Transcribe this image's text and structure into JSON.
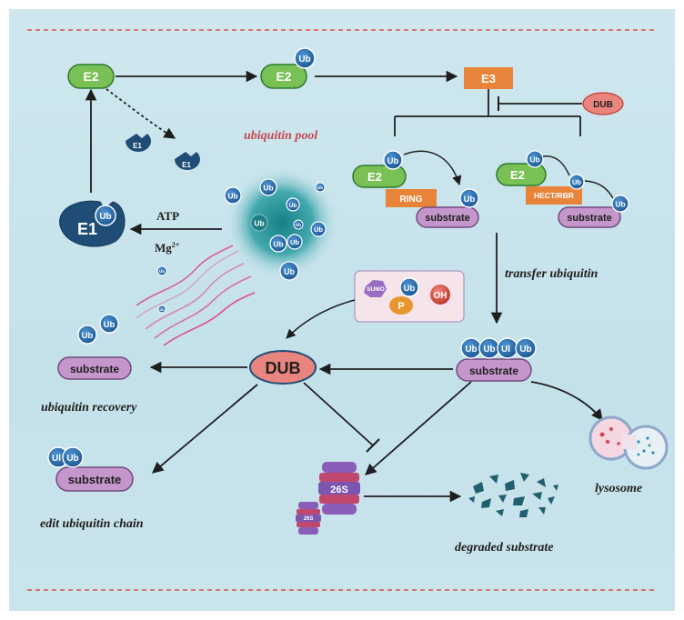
{
  "labels": {
    "E2": "E2",
    "E3": "E3",
    "E1": "E1",
    "Ub": "Ub",
    "Ul": "Ul",
    "DUB": "DUB",
    "RING": "RING",
    "HECT_RBR": "HECT/RBR",
    "substrate": "substrate",
    "ATP": "ATP",
    "Mg": "Mg",
    "Mg_sup": "2+",
    "SUMO": "SUMO",
    "P": "P",
    "OH": "OH",
    "proteasome": "26S",
    "ubiquitin_pool": "ubiquitin pool",
    "transfer_ubiquitin": "transfer ubiquitin",
    "ubiquitin_recovery": "ubiquitin recovery",
    "edit_ubiquitin_chain": "edit ubiquitin chain",
    "degraded_substrate": "degraded substrate",
    "lysosome": "lysosome"
  },
  "colors": {
    "background": "#c8e3ec",
    "e2_green": "#79c055",
    "e3_orange": "#e8843a",
    "ub_blue": "#2a6eb0",
    "e1_navy": "#1f4d75",
    "dub_red": "#e9857e",
    "substrate_purple": "#c596cc",
    "dash_red": "#d9534f",
    "pool_teal": "#1f8f93",
    "ribbon_pink": "#e0407a"
  },
  "icons": [
    "ubiquitin-icon",
    "e1-enzyme-icon",
    "proteasome-26s-icon",
    "lysosome-icon",
    "fragment-icon",
    "sumo-icon",
    "phosphate-icon",
    "hydroxyl-icon"
  ]
}
